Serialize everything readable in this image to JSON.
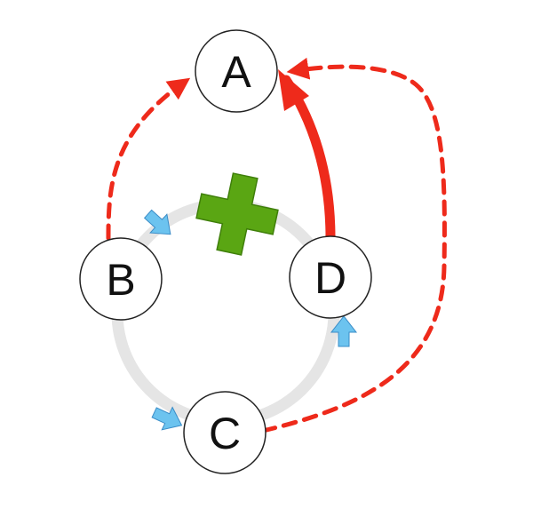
{
  "diagram": {
    "nodes": {
      "a": {
        "label": "A"
      },
      "b": {
        "label": "B"
      },
      "c": {
        "label": "C"
      },
      "d": {
        "label": "D"
      }
    },
    "colors": {
      "ring": "#e5e5e5",
      "ring_arrow": "#6cc3ef",
      "ring_arrow_stroke": "#3a8cc7",
      "red_edge": "#ee2a1b",
      "cross": "#5aa613",
      "cross_stroke": "#3f7f0a",
      "node_fill": "#ffffff",
      "node_stroke": "#222222"
    },
    "icons": {
      "cross": "green-cross-icon",
      "arrow": "blue-arrow-icon"
    }
  }
}
